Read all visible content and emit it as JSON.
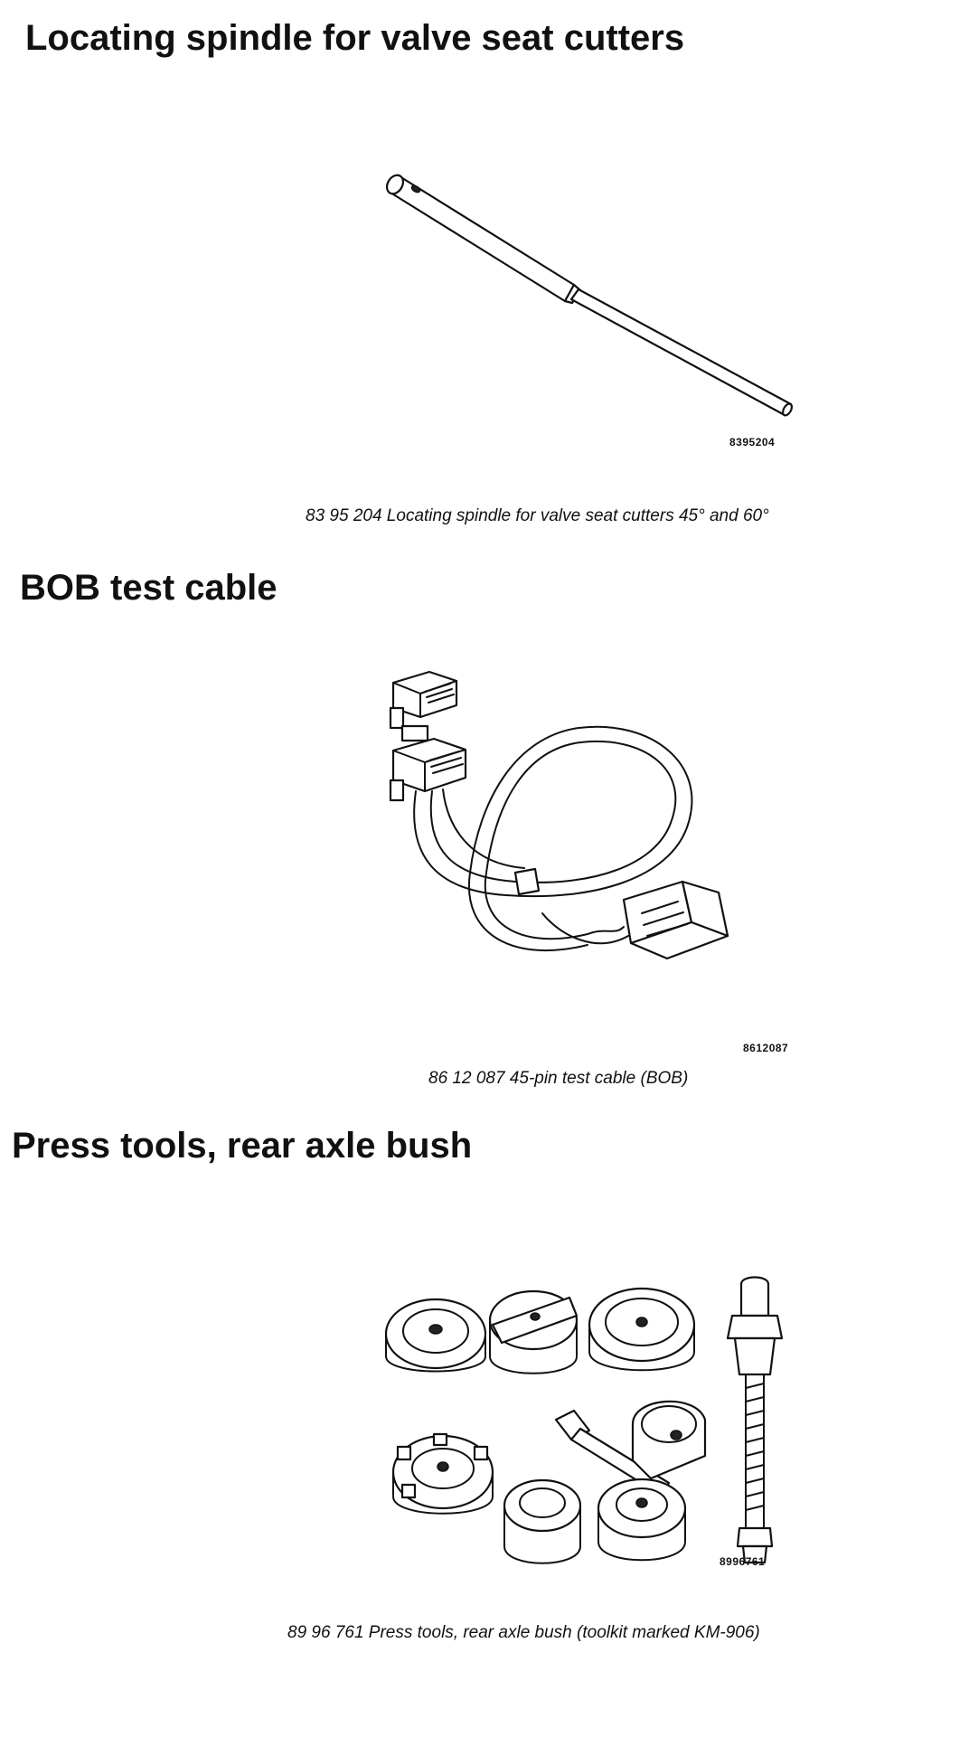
{
  "sections": [
    {
      "heading": "Locating spindle for valve seat cutters",
      "part_number": "8395204",
      "caption": "83 95 204 Locating spindle for valve seat cutters 45° and 60°",
      "icon": "locating-spindle-illustration"
    },
    {
      "heading": "BOB test cable",
      "part_number": "8612087",
      "caption": "86 12 087 45-pin test cable (BOB)",
      "icon": "bob-test-cable-illustration"
    },
    {
      "heading": "Press tools, rear axle bush",
      "part_number": "8996761",
      "caption": "89 96 761 Press tools, rear axle bush (toolkit marked KM-906)",
      "icon": "press-tools-illustration"
    }
  ]
}
